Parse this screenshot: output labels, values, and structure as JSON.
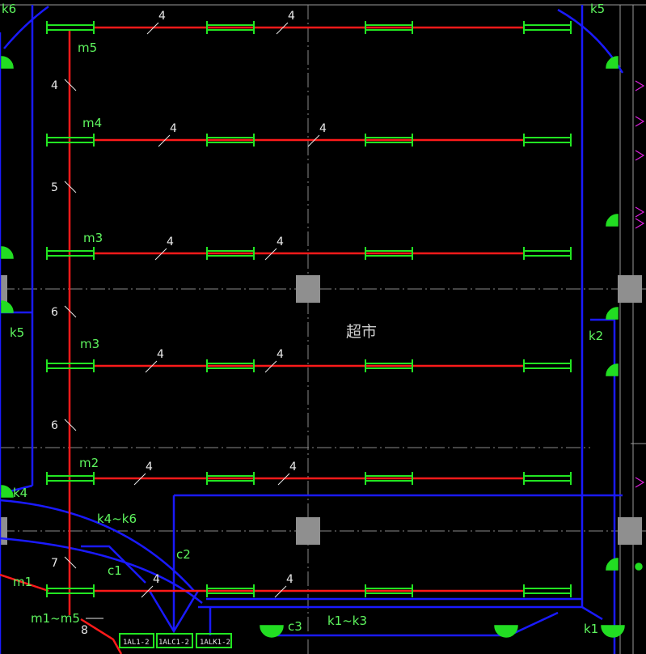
{
  "drawing": {
    "room_label": "超市",
    "rows": [
      {
        "circuit": "m5",
        "counts": [
          "4",
          "4"
        ]
      },
      {
        "circuit": "m4",
        "counts": [
          "4",
          "4"
        ]
      },
      {
        "circuit": "m3",
        "counts": [
          "4",
          "4"
        ]
      },
      {
        "circuit": "m3",
        "counts": [
          "4",
          "4"
        ]
      },
      {
        "circuit": "m2",
        "counts": [
          "4",
          "4"
        ]
      },
      {
        "circuit": "m1",
        "counts": [
          "4",
          "4"
        ]
      }
    ],
    "vertical_counts": [
      "4",
      "5",
      "6",
      "6",
      "7",
      "8"
    ],
    "labels": {
      "k6": "k6",
      "k5_top": "k5",
      "k5_left": "k5",
      "k4": "k4",
      "k4_k6": "k4~k6",
      "k2": "k2",
      "k1": "k1",
      "k1_k3": "k1~k3",
      "c1": "c1",
      "c2": "c2",
      "c3": "c3",
      "m1_m5": "m1~m5"
    },
    "panels": [
      "1AL1-2",
      "1ALC1-2",
      "1ALK1-2"
    ],
    "colors": {
      "fixture": "#22e622",
      "circuit": "#ff1a1a",
      "conduit": "#1a1aff",
      "grid": "#8a8a8a",
      "column": "#8f8f8f",
      "outlet": "#22dd22",
      "magenta": "#e020e0"
    }
  }
}
